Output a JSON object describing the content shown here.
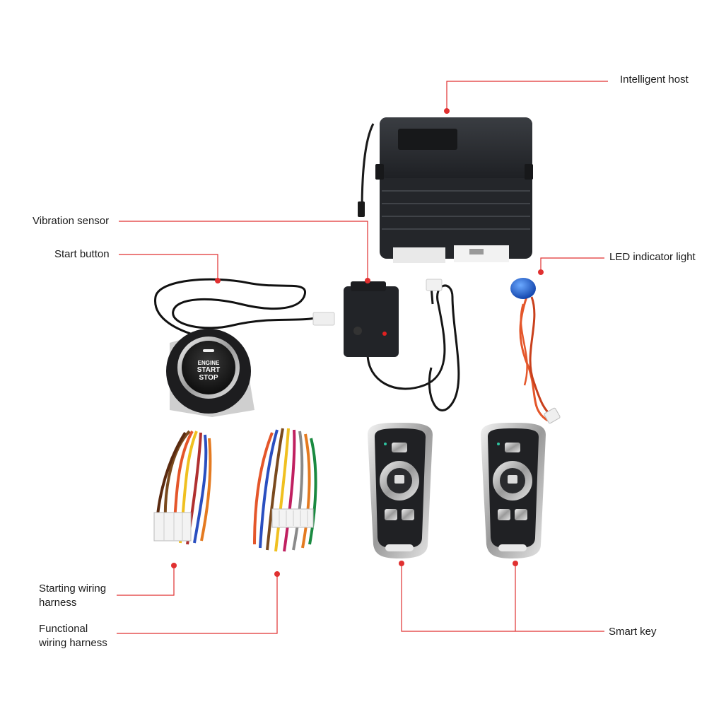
{
  "labels": {
    "intelligent_host": "Intelligent host",
    "vibration_sensor": "Vibration sensor",
    "start_button": "Start button",
    "led_indicator": "LED indicator light",
    "starting_wiring_harness": [
      "Starting wiring",
      "harness"
    ],
    "functional_wiring_harness": [
      "Functional",
      "wiring harness"
    ],
    "smart_key": "Smart key"
  },
  "start_button_face": [
    "ENGINE",
    "START",
    "STOP"
  ],
  "colors": {
    "leader_line": "#e03030",
    "device_body": "#2b2d30",
    "led_blue": "#1a5fd6",
    "wire_orange": "#e4562a"
  }
}
